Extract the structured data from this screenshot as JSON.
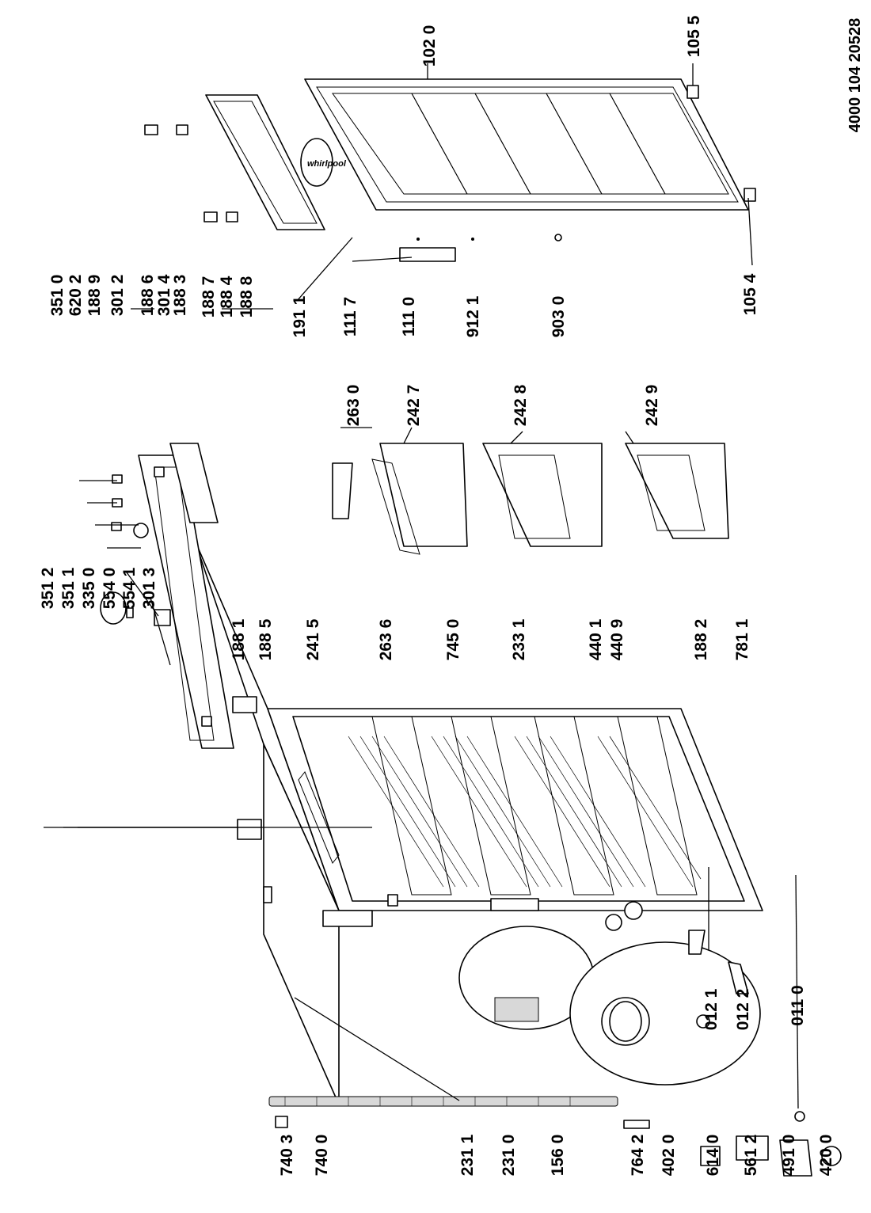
{
  "document_number": "4000 104 20528",
  "part_labels": [
    "102 0",
    "105 5",
    "105 4",
    "111 7",
    "191 1",
    "111 0",
    "912 1",
    "903 0",
    "188 6",
    "301 4",
    "188 3",
    "188 7",
    "188 4",
    "188 8",
    "351 0",
    "620 2",
    "188 9",
    "301 2",
    "263 0",
    "242 7",
    "242 8",
    "242 9",
    "351 2",
    "351 1",
    "335 0",
    "554 0",
    "554 1",
    "301 3",
    "188 1",
    "188 5",
    "241 5",
    "263 6",
    "745 0",
    "233 1",
    "440 1",
    "440 9",
    "188 2",
    "781 1",
    "740 3",
    "740 0",
    "231 1",
    "231 0",
    "156 0",
    "764 2",
    "402 0",
    "012 1",
    "012 2",
    "011 0",
    "614 0",
    "561 2",
    "491 0",
    "420 0"
  ],
  "logo_text": "whirlpool"
}
